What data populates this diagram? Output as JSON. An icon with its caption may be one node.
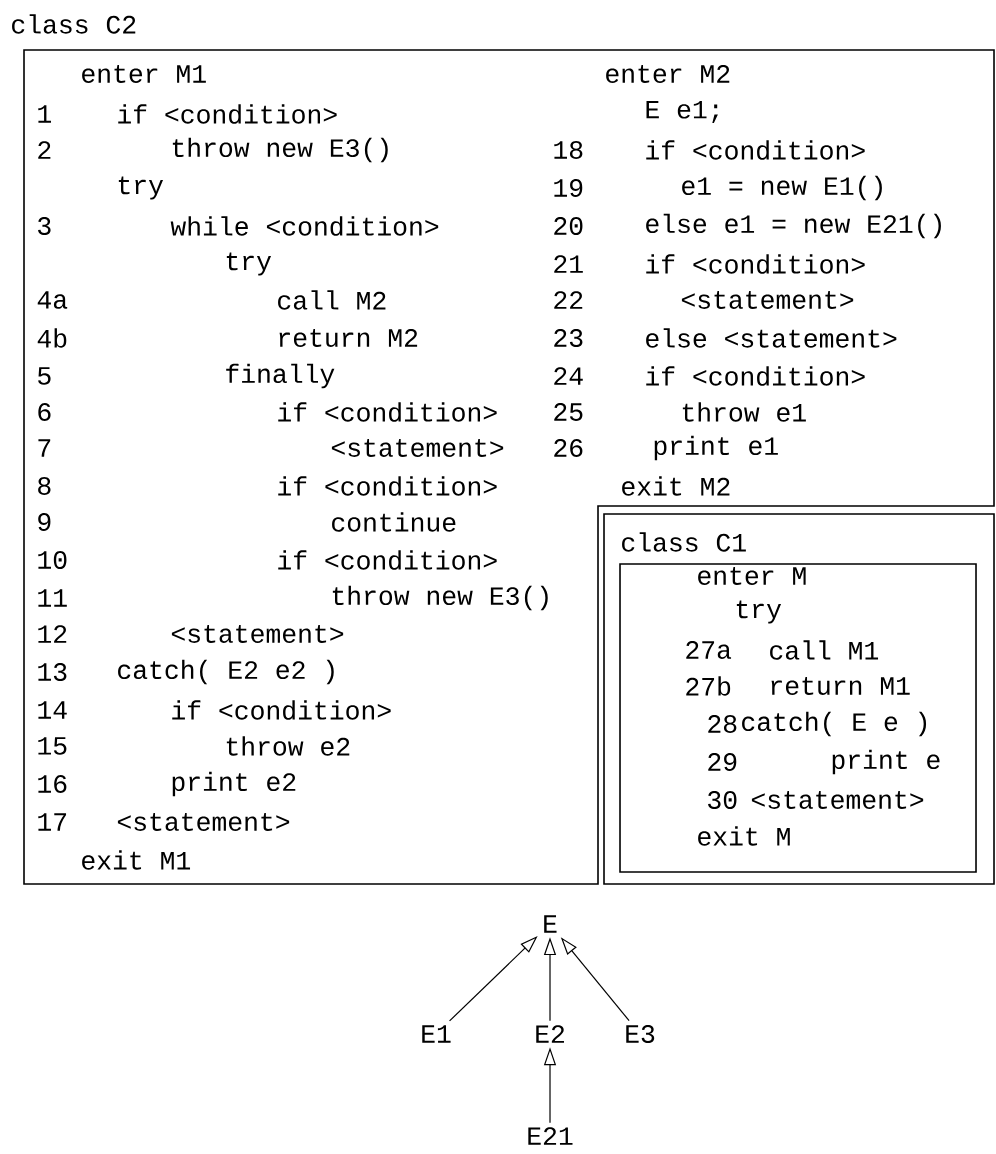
{
  "diagram": {
    "nodes": [
      {
        "text": [
          "class C2",
          "enter M1",
          "1",
          "if <condition>",
          "2",
          "throw new E3()",
          "try",
          "3",
          "while <condition>",
          "try",
          "4a",
          "call M2",
          "4b",
          "return M2",
          "5",
          "finally",
          "6",
          "if <condition>",
          "7",
          "<statement>",
          "8",
          "if <condition>",
          "9",
          "continue",
          "10",
          "if <condition>",
          "11",
          "throw new E3()",
          "12",
          "<statement>",
          "13",
          "catch( E2 e2 )",
          "14",
          "if <condition>",
          "15",
          "throw e2",
          "16",
          "print e2",
          "17",
          "<statement>",
          "exit M1",
          "enter M2",
          "E e1;",
          "18",
          "if <condition>",
          "19",
          "e1 = new E1()",
          "20",
          "else e1 = new E21()",
          "21",
          "if <condition>",
          "22",
          "<statement>",
          "23",
          "else <statement>",
          "24",
          "if <condition>",
          "25",
          "throw e1",
          "26",
          "print e1",
          "exit M2"
        ]
      },
      {
        "text": [
          "class C1"
        ]
      },
      {
        "text": [
          "enter M",
          "try",
          "27a",
          "call M1",
          "27b",
          "return M1",
          "28",
          "catch( E e )",
          "29",
          "print e",
          "30",
          "<statement>",
          "exit M"
        ],
        "in": 1
      },
      {
        "text": [
          "E"
        ]
      },
      {
        "text": [
          "E1"
        ]
      },
      {
        "text": [
          "E2"
        ]
      },
      {
        "text": [
          "E3"
        ]
      },
      {
        "text": [
          "E21"
        ]
      }
    ],
    "edges": [
      {
        "from": 4,
        "to": 3,
        "arrow": "to"
      },
      {
        "from": 5,
        "to": 3,
        "arrow": "to"
      },
      {
        "from": 6,
        "to": 3,
        "arrow": "to"
      },
      {
        "from": 7,
        "to": 5,
        "arrow": "to"
      }
    ]
  }
}
